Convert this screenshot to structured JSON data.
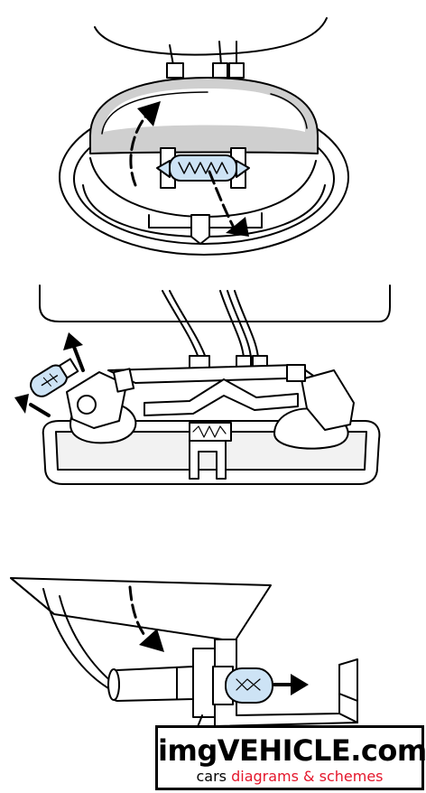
{
  "watermark": {
    "title": "imgVEHICLE.com",
    "subtitle_prefix": "cars",
    "subtitle_highlight": "diagrams & schemes"
  },
  "colors": {
    "bulb_fill": "#cde3f5",
    "housing_fill": "#f2f2f2",
    "lens_fill": "#cfcfcf",
    "line": "#000000",
    "brand_red": "#e4162b"
  },
  "icons": [
    "curved-arrow-icon",
    "straight-arrow-icon",
    "festoon-bulb-icon",
    "wedge-bulb-icon"
  ]
}
